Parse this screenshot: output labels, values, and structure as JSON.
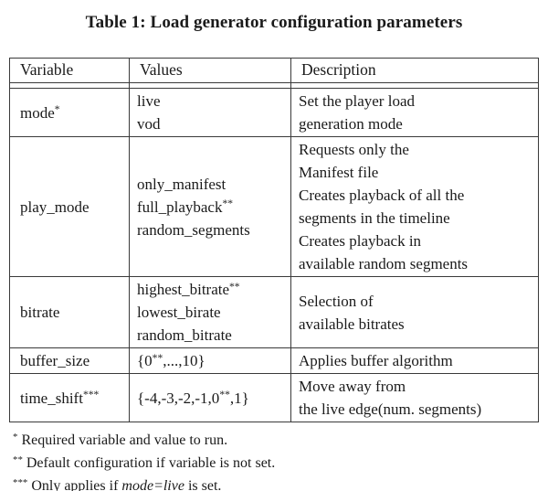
{
  "caption": "Table 1: Load generator configuration parameters",
  "colors": {
    "text": "#1a1a1a",
    "border": "#3a3a3a",
    "background": "#ffffff"
  },
  "table": {
    "headers": [
      "Variable",
      "Values",
      "Description"
    ],
    "rows": [
      {
        "variable": [
          {
            "t": "mode"
          },
          {
            "sup": "*"
          }
        ],
        "values": [
          [
            {
              "t": "live"
            }
          ],
          [
            {
              "t": "vod"
            }
          ]
        ],
        "description": [
          [
            {
              "t": "Set the player load"
            }
          ],
          [
            {
              "t": "generation mode"
            }
          ]
        ]
      },
      {
        "variable": [
          {
            "t": "play_mode"
          }
        ],
        "values": [
          [
            {
              "t": "only_manifest"
            }
          ],
          [
            {
              "t": "full_playback"
            },
            {
              "sup": "**"
            }
          ],
          [
            {
              "t": "random_segments"
            }
          ]
        ],
        "description": [
          [
            {
              "t": "Requests only the"
            }
          ],
          [
            {
              "t": "Manifest file"
            }
          ],
          [
            {
              "t": "Creates playback of all the"
            }
          ],
          [
            {
              "t": "segments in the timeline"
            }
          ],
          [
            {
              "t": "Creates playback in"
            }
          ],
          [
            {
              "t": "available random segments"
            }
          ]
        ]
      },
      {
        "variable": [
          {
            "t": "bitrate"
          }
        ],
        "values": [
          [
            {
              "t": "highest_bitrate"
            },
            {
              "sup": "**"
            }
          ],
          [
            {
              "t": "lowest_birate"
            }
          ],
          [
            {
              "t": "random_bitrate"
            }
          ]
        ],
        "description": [
          [
            {
              "t": "Selection of"
            }
          ],
          [
            {
              "t": "available bitrates"
            }
          ]
        ]
      },
      {
        "variable": [
          {
            "t": "buffer_size"
          }
        ],
        "values": [
          [
            {
              "t": "{0"
            },
            {
              "sup": "**"
            },
            {
              "t": ",...,10}"
            }
          ]
        ],
        "description": [
          [
            {
              "t": "Applies buffer algorithm"
            }
          ]
        ]
      },
      {
        "variable": [
          {
            "t": "time_shift"
          },
          {
            "sup": "***"
          }
        ],
        "values": [
          [
            {
              "t": "{-4,-3,-2,-1,0"
            },
            {
              "sup": "**"
            },
            {
              "t": ",1}"
            }
          ]
        ],
        "description": [
          [
            {
              "t": "Move away from"
            }
          ],
          [
            {
              "t": "the live edge(num. segments)"
            }
          ]
        ]
      }
    ]
  },
  "footnotes": [
    [
      {
        "sup": "*"
      },
      {
        "t": " Required variable and value to run."
      }
    ],
    [
      {
        "sup": "**"
      },
      {
        "t": " Default configuration if variable is not set."
      }
    ],
    [
      {
        "sup": "***"
      },
      {
        "t": " Only applies if "
      },
      {
        "i": "mode=live"
      },
      {
        "t": " is set."
      }
    ]
  ]
}
